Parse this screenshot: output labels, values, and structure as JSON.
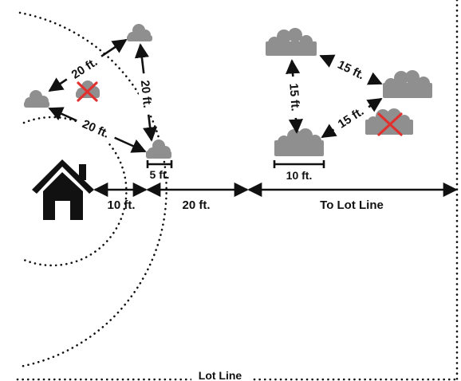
{
  "colors": {
    "shrub": "#8f8f90",
    "line": "#111111",
    "remove_mark": "#e0312f",
    "house": "#111111",
    "background": "#ffffff"
  },
  "labels": {
    "lbl_20_top_left": "20 ft.",
    "lbl_20_vertical": "20 ft.",
    "lbl_20_diag": "20 ft.",
    "lbl_5": "5 ft.",
    "lbl_10_house": "10 ft.",
    "lbl_20_mid": "20 ft.",
    "lbl_to_lot": "To Lot Line",
    "lbl_15_top": "15 ft.",
    "lbl_15_vertical": "15 ft.",
    "lbl_15_diag": "15 ft.",
    "lbl_10_right": "10 ft.",
    "lbl_lot_line": "Lot Line"
  },
  "icons": {
    "house": "house-icon",
    "shrub": "shrub-icon",
    "remove": "x-mark-icon"
  }
}
